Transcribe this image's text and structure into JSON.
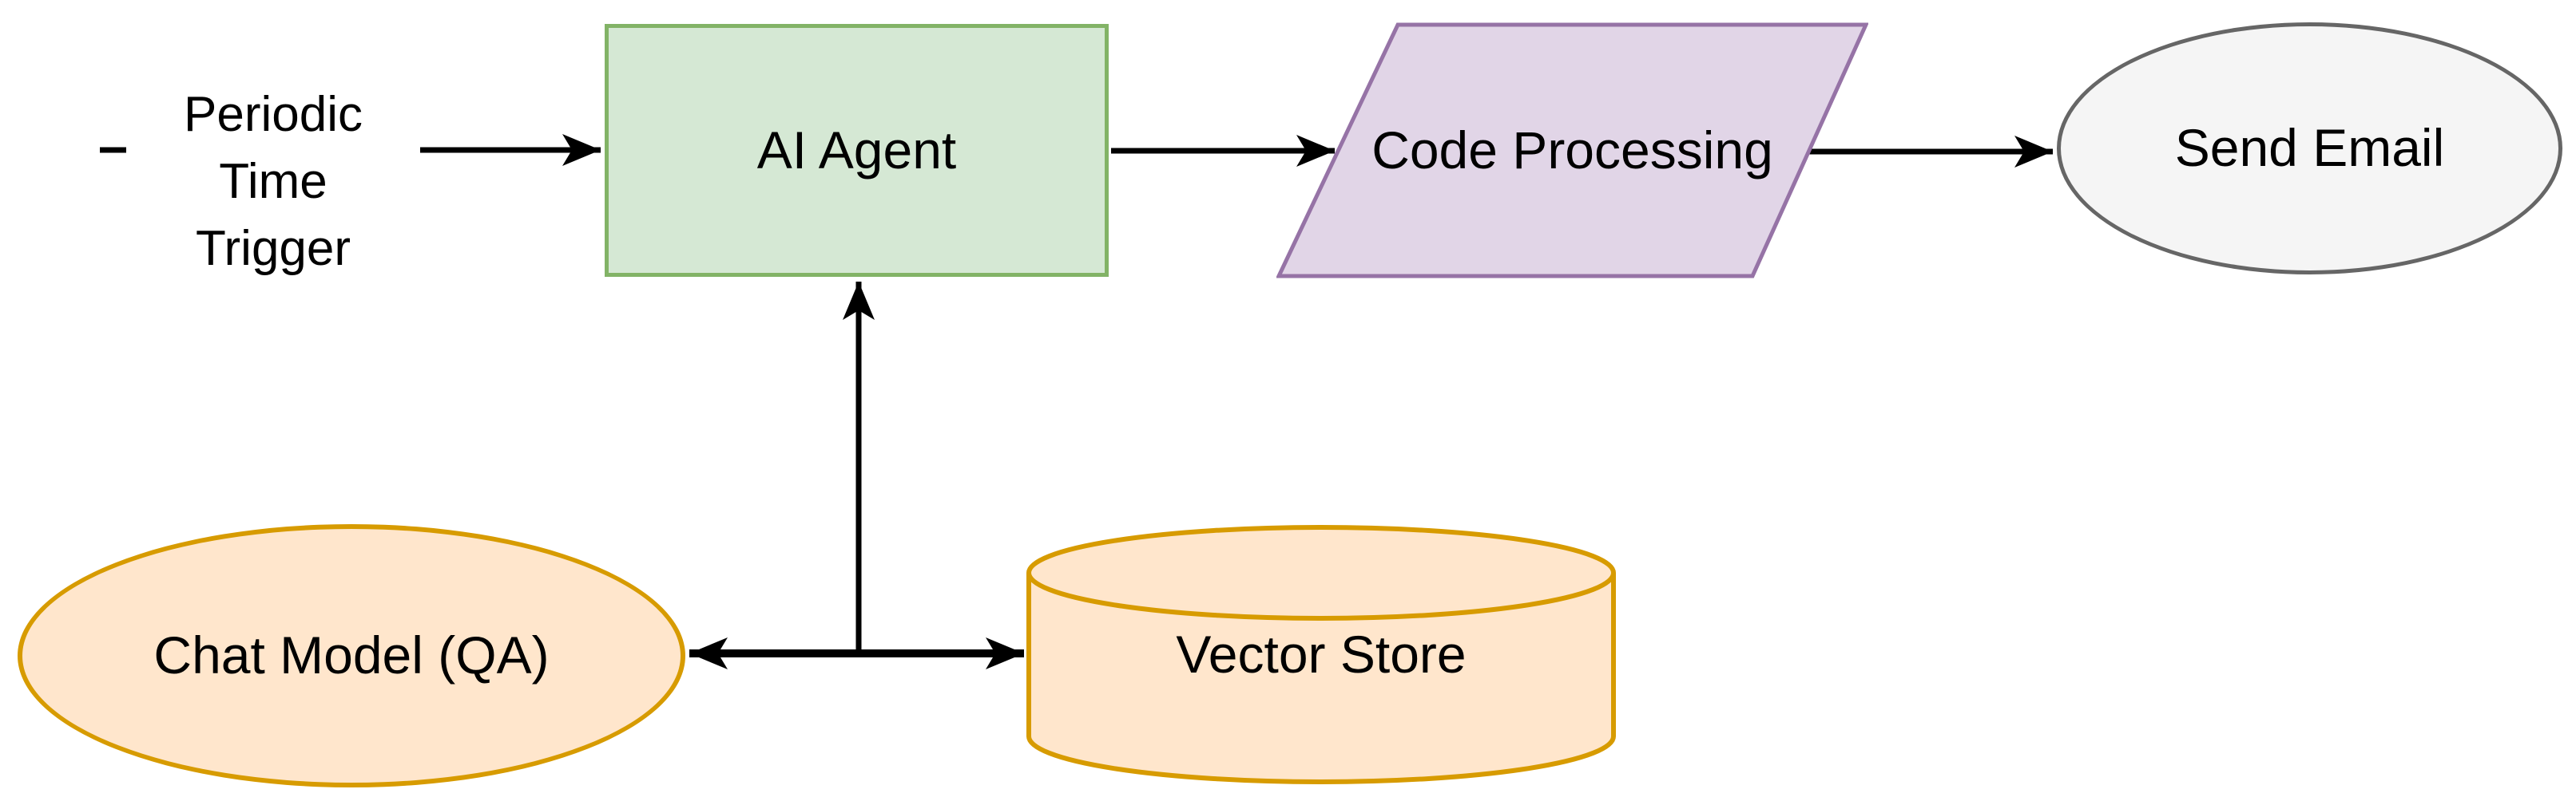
{
  "diagram": {
    "title": "AI agent workflow diagram",
    "background_color": "#ffffff",
    "edge_color": "#000000",
    "trigger_label": {
      "line1": "Periodic Time",
      "line2": "Trigger"
    },
    "nodes": {
      "ai_agent": {
        "label": "AI Agent",
        "shape": "rectangle",
        "fill": "#d5e8d4",
        "stroke": "#82b366"
      },
      "code_processing": {
        "label": "Code Processing",
        "shape": "parallelogram",
        "fill": "#e1d5e7",
        "stroke": "#9673a6"
      },
      "send_email": {
        "label": "Send Email",
        "shape": "ellipse",
        "fill": "#f5f5f5",
        "stroke": "#666666"
      },
      "chat_model": {
        "label": "Chat Model (QA)",
        "shape": "ellipse",
        "fill": "#ffe6cc",
        "stroke": "#d79b00"
      },
      "vector_store": {
        "label": "Vector Store",
        "shape": "cylinder",
        "fill": "#ffe6cc",
        "stroke": "#d79b00"
      }
    },
    "edges": [
      {
        "from": "periodic-time-trigger",
        "to": "ai-agent",
        "direction": "one-way"
      },
      {
        "from": "ai-agent",
        "to": "code-processing",
        "direction": "one-way"
      },
      {
        "from": "code-processing",
        "to": "send-email",
        "direction": "one-way"
      },
      {
        "from": "chat-model",
        "to": "vector-store",
        "direction": "two-way"
      },
      {
        "from": "chat-model-vector-store-link",
        "to": "ai-agent",
        "direction": "one-way"
      }
    ]
  }
}
